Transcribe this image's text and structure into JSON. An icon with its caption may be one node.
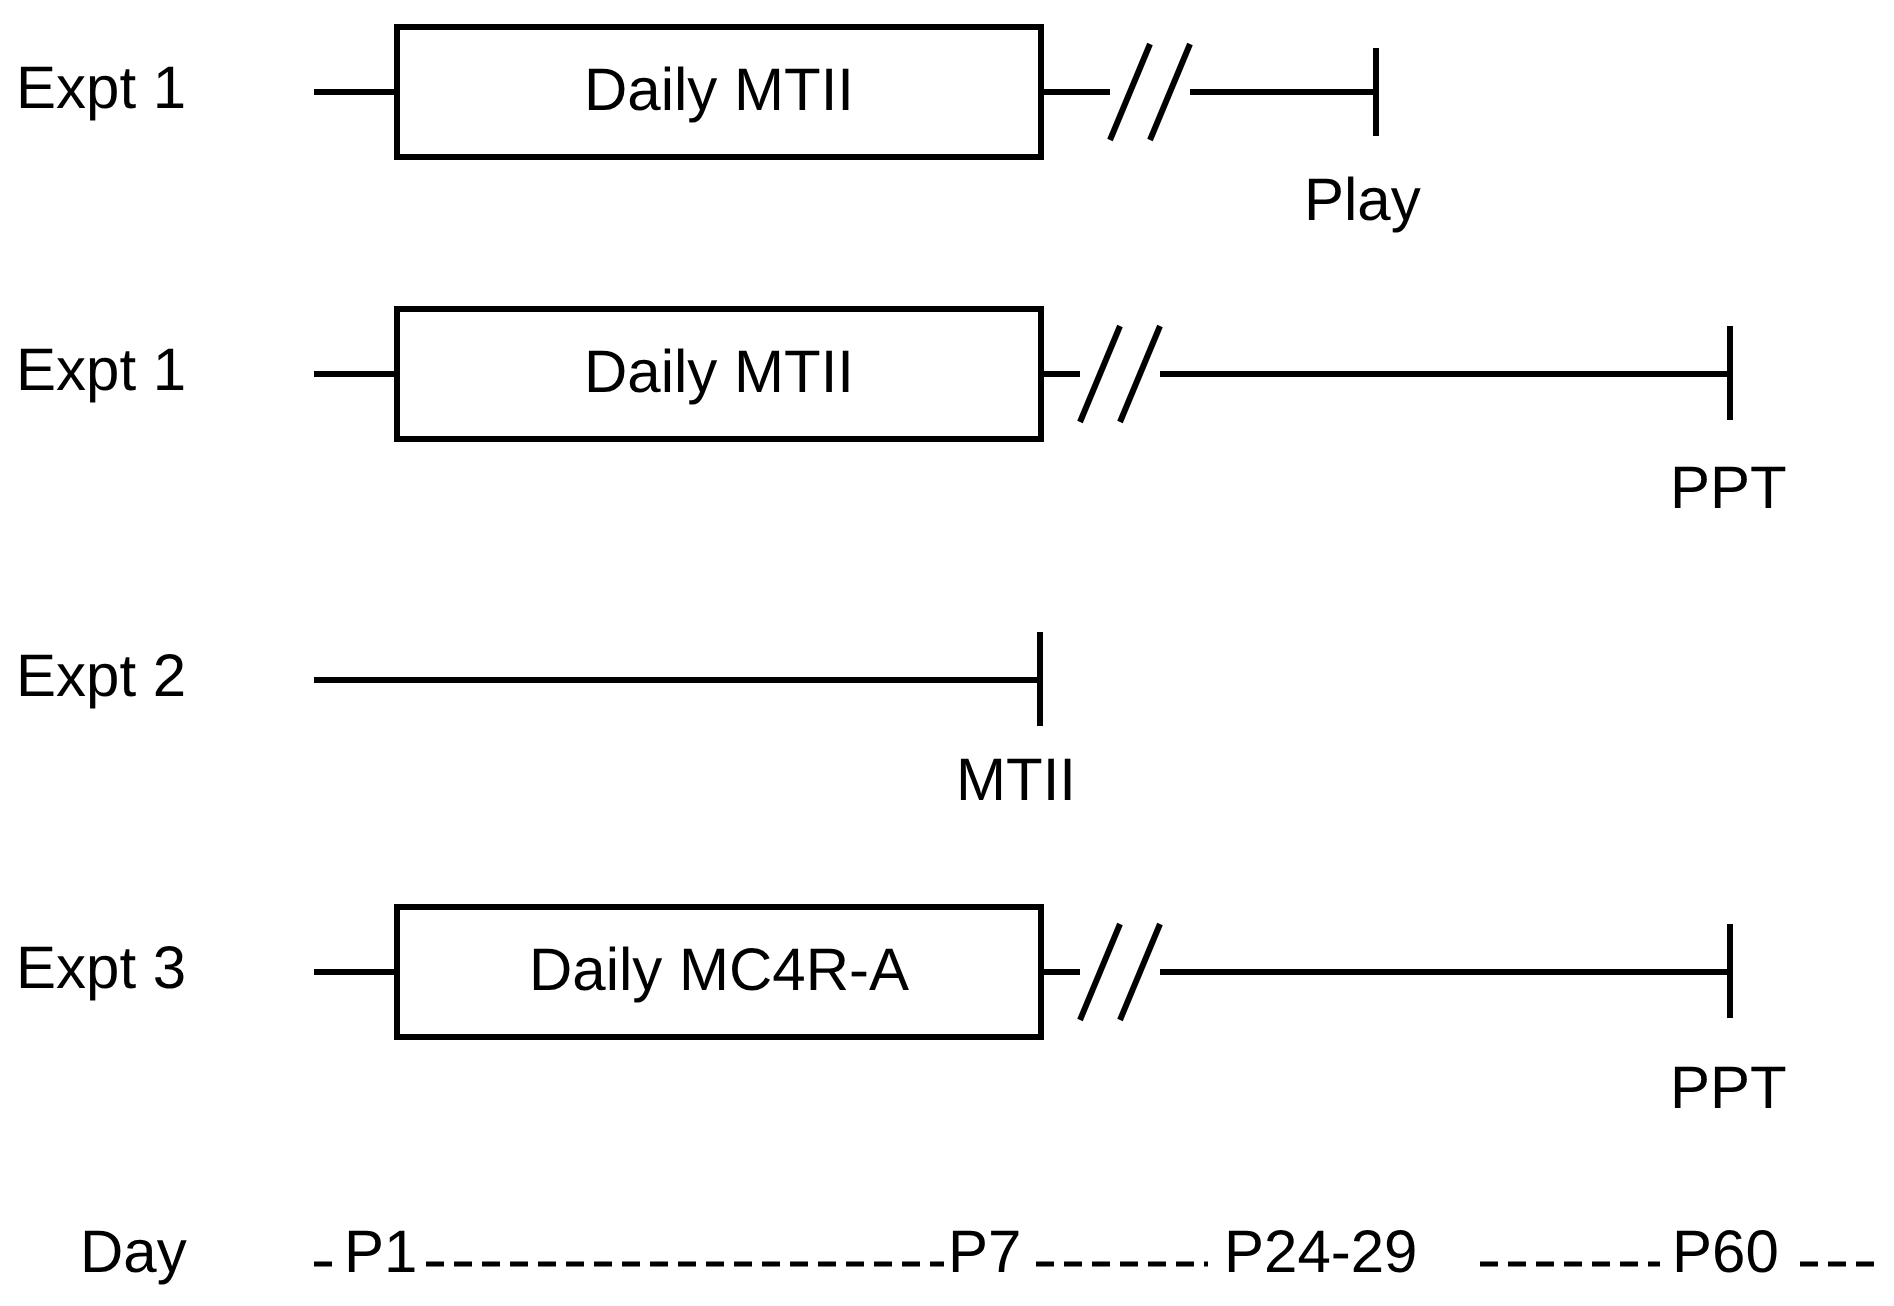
{
  "diagram": {
    "nodes": [
      {
        "text": [
          "Daily MTII"
        ]
      },
      {
        "text": [
          "Daily MTII"
        ]
      },
      {
        "text": [
          "Daily MC4R-A"
        ]
      }
    ],
    "labels": [
      "Expt 1",
      "Play",
      "Expt 1",
      "PPT",
      "Expt 2",
      "MTII",
      "Expt 3",
      "PPT",
      "Day",
      "P1",
      "P7",
      "P24-29",
      "P60"
    ]
  }
}
